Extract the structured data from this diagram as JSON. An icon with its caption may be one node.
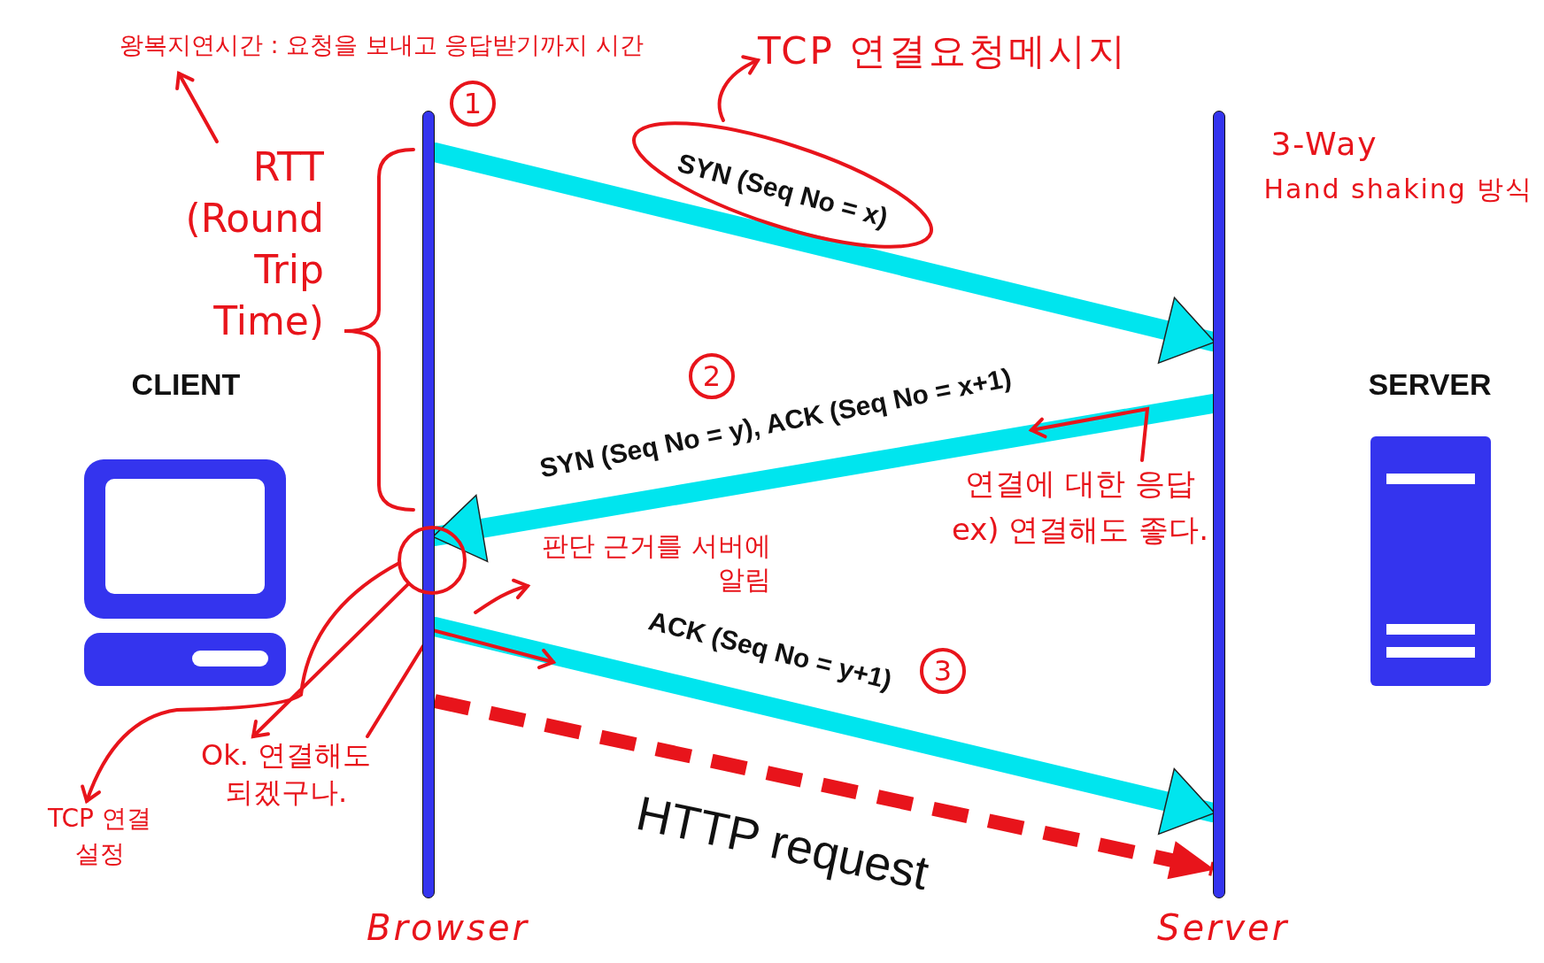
{
  "diagram": {
    "nodes": [
      {
        "text": [
          "CLIENT"
        ]
      },
      {
        "text": [
          "SERVER"
        ]
      },
      {
        "text": [
          "Browser"
        ]
      },
      {
        "text": [
          "Server"
        ]
      },
      {
        "text": [
          "왕복지연시간 : 요청을 보내고 응답받기까지 시간"
        ]
      },
      {
        "text": [
          "RTT (Round Trip Time)"
        ]
      },
      {
        "text": [
          "TCP 연결요청메시지"
        ]
      },
      {
        "text": [],
        "shape": "ellipse"
      },
      {
        "text": [
          "연결에 대한 응답 ex) 연결해도 좋다."
        ]
      },
      {
        "text": [],
        "shape": "circle"
      },
      {
        "text": [
          "TCP 연결 설정"
        ]
      },
      {
        "text": [
          "Ok. 연결해도 되겠구나."
        ]
      },
      {
        "text": [
          "판단 근거를 서버에 알림"
        ]
      }
    ],
    "edges": [
      {
        "from": 2,
        "to": 3,
        "arrow": "to",
        "label": "SYN (Seq No = x)",
        "style": "thick",
        "color": "#00e5ee"
      },
      {
        "from": 3,
        "to": 2,
        "arrow": "to",
        "label": "SYN (Seq No = y), ACK (Seq No = x+1)",
        "style": "thick",
        "color": "#00e5ee"
      },
      {
        "from": 2,
        "to": 3,
        "arrow": "to",
        "label": "ACK (Seq No = y+1)",
        "style": "thick",
        "color": "#00e5ee"
      },
      {
        "from": 2,
        "to": 3,
        "arrow": "to",
        "label": "HTTP request",
        "style": "dashed"
      },
      {
        "from": 5,
        "to": 4,
        "arrow": "to"
      },
      {
        "from": 7,
        "to": 6,
        "arrow": "to"
      },
      {
        "from": 8,
        "to": null,
        "arrow": "to"
      },
      {
        "from": 9,
        "to": 10,
        "arrow": "to"
      },
      {
        "from": 9,
        "to": 11,
        "arrow": "to"
      },
      {
        "from": null,
        "to": 12,
        "arrow": "to"
      },
      {
        "from": 11,
        "to": null,
        "arrow": "to"
      }
    ],
    "labels": [
      "1",
      "3-Way",
      "Hand shaking 방식",
      "2",
      "3"
    ]
  }
}
